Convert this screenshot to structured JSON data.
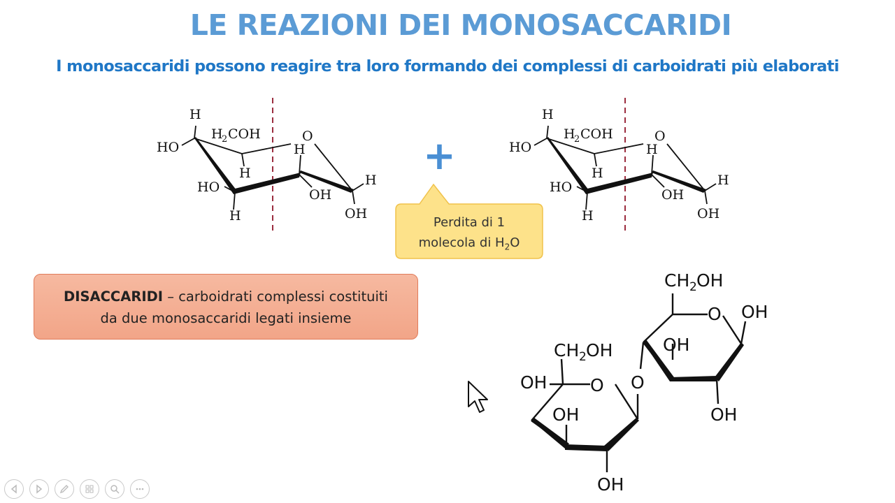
{
  "slide": {
    "title": "LE REAZIONI DEI MONOSACCARIDI",
    "subtitle": "I monosaccaridi possono reagire tra loro formando dei complessi di carboidrati più elaborati"
  },
  "reaction": {
    "plus_sign": "+",
    "callout_line1": "Perdita di 1",
    "callout_line2_prefix": "molecola di H",
    "callout_sub": "2",
    "callout_line2_suffix": "O"
  },
  "monosaccharide": {
    "labels": {
      "H": "H",
      "HO": "HO",
      "OH": "OH",
      "O": "O",
      "ch2oh_left": "H",
      "ch2oh_sub": "2",
      "ch2oh_right": "COH"
    }
  },
  "definition": {
    "term": "DISACCARIDI",
    "line1_rest": " – carboidrati complessi costituiti",
    "line2": "da due monosaccaridi legati insieme"
  },
  "disaccharide": {
    "labels": {
      "ch2oh_prefix": "CH",
      "ch2oh_sub": "2",
      "ch2oh_suffix": "OH",
      "O": "O",
      "OH": "OH"
    }
  },
  "controls": [
    {
      "name": "previous-slide-button",
      "icon": "arrow-left-icon"
    },
    {
      "name": "next-slide-button",
      "icon": "arrow-right-icon"
    },
    {
      "name": "pen-tool-button",
      "icon": "pen-icon"
    },
    {
      "name": "see-all-slides-button",
      "icon": "slides-grid-icon"
    },
    {
      "name": "zoom-button",
      "icon": "magnifier-icon"
    },
    {
      "name": "more-options-button",
      "icon": "ellipsis-icon"
    }
  ],
  "colors": {
    "title": "#5b9bd5",
    "subtitle": "#1f77c6",
    "plus": "#4a8fd4",
    "dashed_line": "#9b2c3e",
    "callout_fill": "#fde28a",
    "definition_fill": "#f4ad92"
  }
}
